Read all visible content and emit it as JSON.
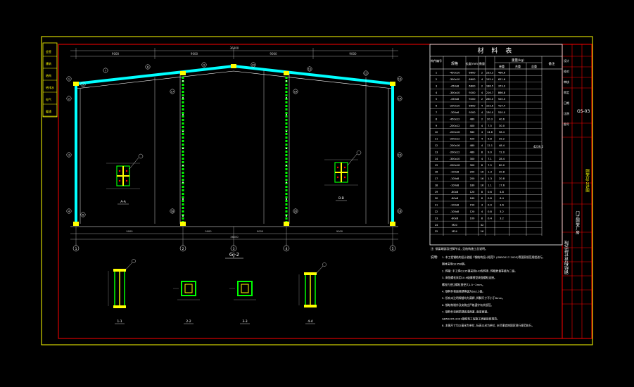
{
  "drawing": {
    "elevation_label": "GJ-2",
    "section_labels": [
      "1-1",
      "2-2",
      "3-3",
      "4-4"
    ],
    "detail_labels": [
      "A-A",
      "B-B"
    ],
    "axis_numbers": [
      "1",
      "2",
      "3",
      "4",
      "5"
    ],
    "top_dims": [
      "9000",
      "9000",
      "9000",
      "9000"
    ],
    "overall_dim": "36000",
    "bottom_dims": [
      "9000",
      "9000",
      "9000",
      "9000"
    ],
    "bottom_overall_dim": "36000"
  },
  "material_table": {
    "title": "材 料 表",
    "headers": [
      "构件编号",
      "规格",
      "长度(mm)",
      "数量",
      "重量(kg)",
      "备注"
    ],
    "subheaders": [
      "单重",
      "共重",
      "总重"
    ],
    "rows": [
      [
        "1",
        "-450x10",
        "6600",
        "2",
        "233.3",
        "466.6"
      ],
      [
        "2",
        "-300x10",
        "6600",
        "4",
        "155.4",
        "621.6"
      ],
      [
        "3",
        "-450x8",
        "6600",
        "2",
        "186.5",
        "373.0"
      ],
      [
        "4",
        "-300x10",
        "9200",
        "4",
        "216.7",
        "866.8"
      ],
      [
        "5",
        "-450x8",
        "9200",
        "2",
        "260.0",
        "520.0"
      ],
      [
        "6",
        "-200x10",
        "6600",
        "4",
        "103.6",
        "414.4"
      ],
      [
        "7",
        "-300x6",
        "9200",
        "4",
        "130.0",
        "520.0"
      ],
      [
        "8",
        "-450x12",
        "480",
        "2",
        "20.3",
        "40.6"
      ],
      [
        "9",
        "-200x12",
        "400",
        "4",
        "7.5",
        "30.0"
      ],
      [
        "10",
        "-200x16",
        "580",
        "4",
        "14.6",
        "58.4"
      ],
      [
        "11",
        "-200x12",
        "520",
        "4",
        "9.8",
        "39.2"
      ],
      [
        "12",
        "-200x16",
        "480",
        "4",
        "12.1",
        "48.4"
      ],
      [
        "13",
        "-200x12",
        "480",
        "8",
        "9.0",
        "72.0"
      ],
      [
        "14",
        "-300x10",
        "300",
        "4",
        "7.1",
        "28.4"
      ],
      [
        "15",
        "-200x16",
        "300",
        "8",
        "7.5",
        "60.0"
      ],
      [
        "16",
        "-100x8",
        "200",
        "16",
        "1.3",
        "20.8"
      ],
      [
        "17",
        "-100x8",
        "200",
        "16",
        "1.3",
        "20.8"
      ],
      [
        "18",
        "-100x8",
        "180",
        "16",
        "1.1",
        "17.6"
      ],
      [
        "19",
        "-80x8",
        "120",
        "8",
        "0.6",
        "4.8"
      ],
      [
        "20",
        "-80x8",
        "160",
        "8",
        "0.8",
        "6.4"
      ],
      [
        "21",
        "-100x8",
        "150",
        "4",
        "0.9",
        "3.6"
      ],
      [
        "22",
        "-100x8",
        "120",
        "4",
        "0.8",
        "3.2"
      ],
      [
        "23",
        "-80x6",
        "100",
        "8",
        "0.4",
        "3.2"
      ],
      [
        "24",
        "M20",
        "",
        "32",
        "",
        ""
      ],
      [
        "25",
        "M24",
        "",
        "16",
        "",
        ""
      ]
    ],
    "total_weight": "4239.2"
  },
  "notes": {
    "caption": "注: 钢梁端部及柱脚节点, 见结构施工总说明。",
    "title": "说明:",
    "items": [
      "1. 本工程钢结构设计依据《钢结构设计规范》(GB50017-2003)等国家规范规程进行。",
      "   钢材采用Q235B钢。",
      "2. 焊接: 手工焊Q235钢采用E43型焊条, 焊缝质量等级为二级。",
      "3. 高强螺栓采用10.9级摩擦型高强螺栓连接。",
      "   螺栓孔径比螺栓直径大1.5~2mm。",
      "4. 钢构件表面除锈等级为Sa2.5级。",
      "5. 所有未注明焊缝均为满焊, 焊脚尺寸不小于6mm。",
      "6. 钢结构制作及安装应严格遵守有关规范。",
      "7. 钢构件涂刷防锈底漆两道, 面漆两道。",
      "   GB50205-2001钢结构工程施工质量验收规范。",
      "8. 本图尺寸均以毫米为单位, 标高以米为单位, 未尽事宜按国家现行规范执行。"
    ]
  },
  "title_block": {
    "company": "钢结构设计研究院",
    "project": "门式刚架厂房",
    "drawing_name": "刚架GJ-2详图",
    "drawing_no": "GS-03",
    "fields": [
      "设计",
      "校对",
      "审核",
      "审定",
      "日期",
      "比例",
      "图号"
    ],
    "left_fields": [
      "会签",
      "建筑",
      "结构",
      "给排水",
      "电气",
      "暖通"
    ]
  },
  "colors": {
    "background": "#000000",
    "border_yellow": "#ffff00",
    "frame_red": "#ff0000",
    "member_cyan": "#00ffff",
    "column_green": "#00ff00",
    "text_white": "#ffffff",
    "node_yellow": "#ffff00",
    "dim_white": "#c8c8c8"
  }
}
